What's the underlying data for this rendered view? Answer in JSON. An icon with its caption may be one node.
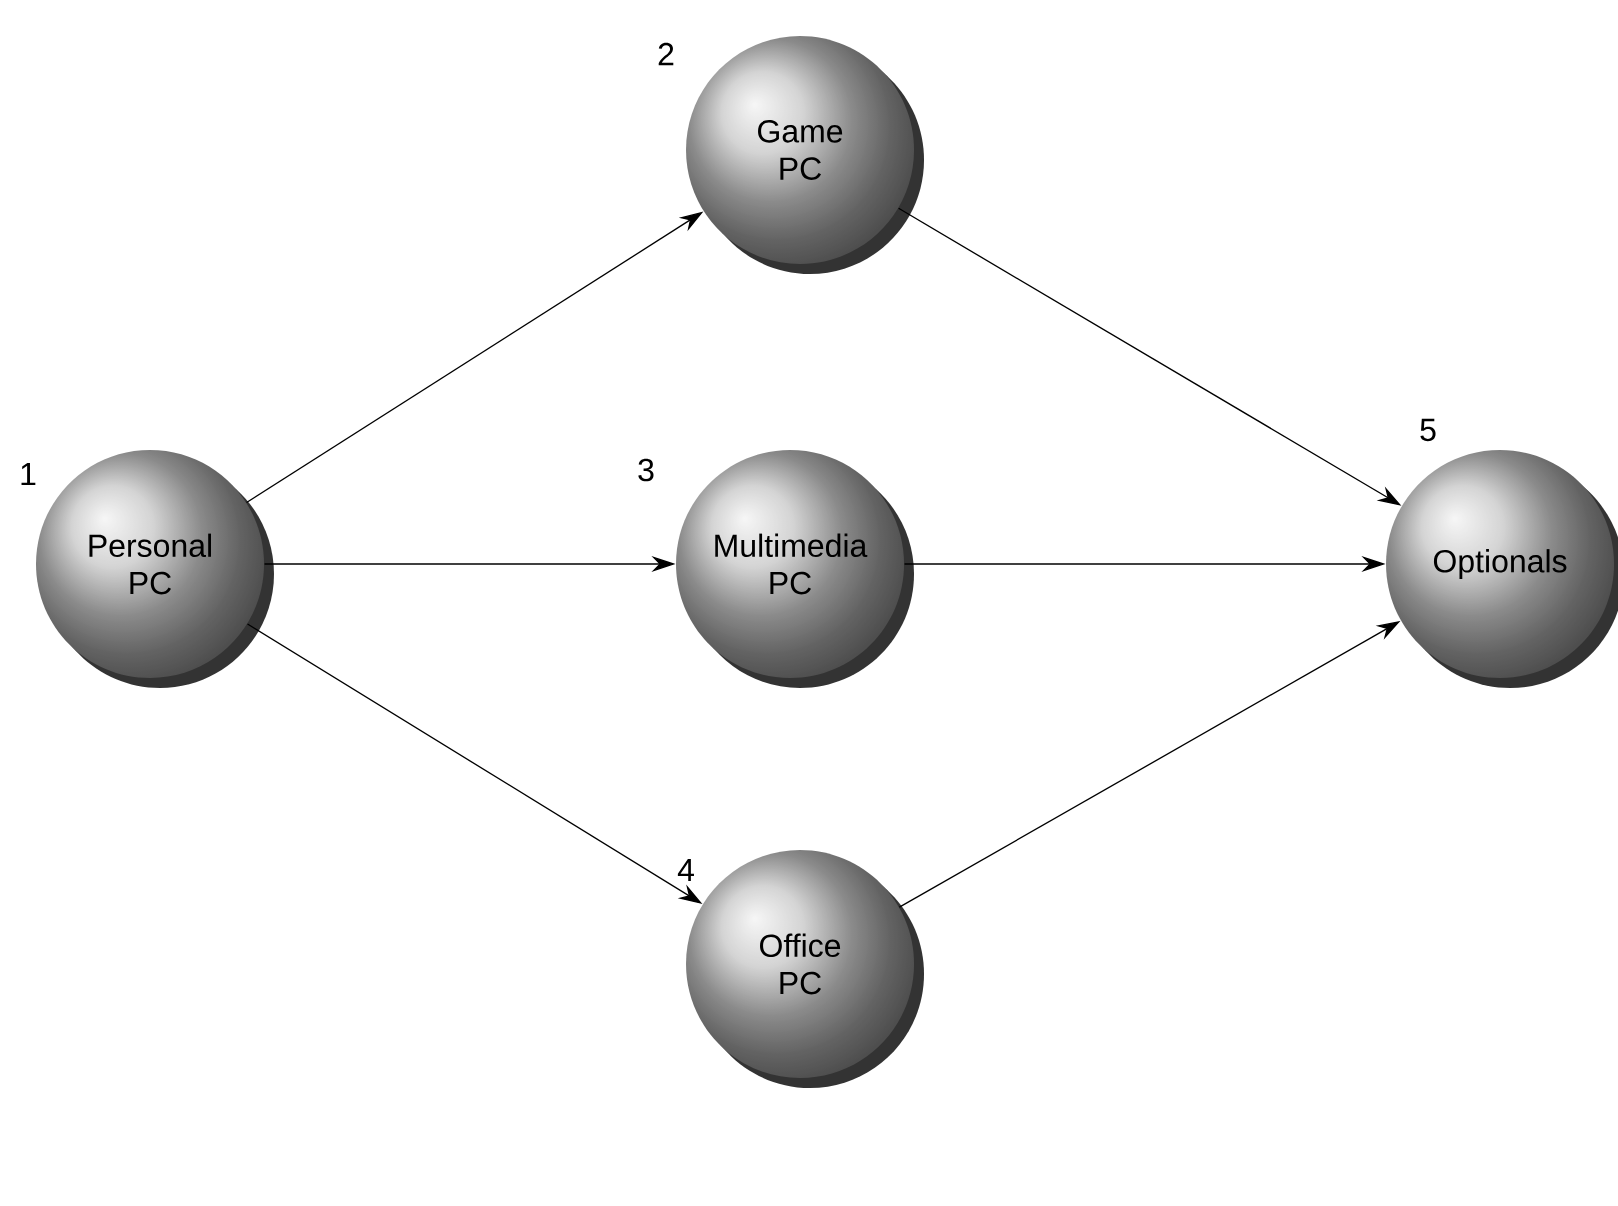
{
  "diagram": {
    "nodes": [
      {
        "text": [
          "1",
          "Personal PC"
        ]
      },
      {
        "text": [
          "2",
          "Game PC"
        ]
      },
      {
        "text": [
          "3",
          "Multimedia PC"
        ]
      },
      {
        "text": [
          "4",
          "Office PC"
        ]
      },
      {
        "text": [
          "5",
          "Optionals"
        ]
      }
    ],
    "edges": [
      {
        "from": 0,
        "to": 1,
        "arrow": "to"
      },
      {
        "from": 0,
        "to": 2,
        "arrow": "to"
      },
      {
        "from": 0,
        "to": 3,
        "arrow": "to"
      },
      {
        "from": 1,
        "to": 4,
        "arrow": "to"
      },
      {
        "from": 2,
        "to": 4,
        "arrow": "to"
      },
      {
        "from": 3,
        "to": 4,
        "arrow": "to"
      }
    ]
  }
}
